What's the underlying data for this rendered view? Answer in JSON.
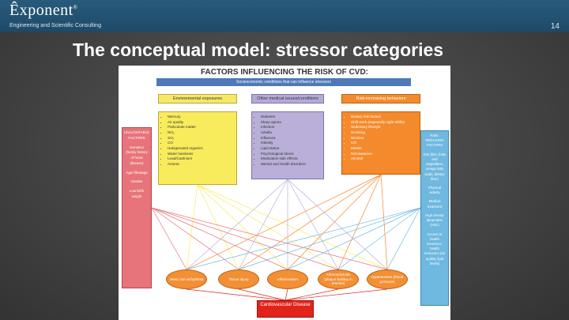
{
  "header": {
    "logo_main": "Êxponent",
    "logo_mark": "®",
    "tagline": "Engineering and Scientific Consulting",
    "page_number": "14"
  },
  "slide": {
    "title": "The conceptual model: stressor categories"
  },
  "figure": {
    "title": "FACTORS INFLUENCING THE RISK OF CVD:",
    "socio_bar": "Socioeconomic conditions that can influence stressors",
    "categories": {
      "environmental": "Environmental exposures",
      "medical": "Other medical issues/conditions",
      "risk": "Risk-increasing behaviors"
    },
    "environmental_items": [
      "Mercury",
      "Air quality",
      "Particulate matter",
      "NO₂",
      "SO₂",
      "CO",
      "Halogenated organics",
      "Water hardness",
      "Lead/Cadmium",
      "Arsenic"
    ],
    "medical_items": [
      "Diabetes",
      "Sleep apnea",
      "Infection",
      "rubella",
      "influenza",
      "Obesity",
      "Lipid status",
      "Psychological stress",
      "Medication side effects",
      "Mental and health disorders"
    ],
    "risk_items": [
      "Dietary risk factors",
      "Shift work (especially night shifts)",
      "Sedentary lifestyle",
      "Smoking",
      "Nicotine",
      "CO",
      "Metals",
      "Nitrosamines",
      "Alcohol"
    ],
    "unalterable": {
      "heading": "UNALTERABLE FACTORS",
      "items": [
        "Genetics (family history of heart disease)",
        "Age/ lifestage",
        "Gender",
        "Low birth weight"
      ]
    },
    "reducing": {
      "heading": "RISK-REDUCING FACTORS",
      "items": [
        "Diet (fish, fruits and vegetables, omega fatty acids, dietary fiber)",
        "Physical activity",
        "Medical treatment",
        "High density lipoprotein (HDL)",
        "Access to health insurance, health resources (air quality, lipid levels)"
      ]
    },
    "outcomes": [
      "Heart rate arrhythmia",
      "Tissue injury",
      "Inflammation",
      "Atherosclerosis (plaque buildup in arteries)",
      "Hypertension (blood pressure)"
    ],
    "final": "Cardiovascular Disease",
    "colors": {
      "environmental": "#f8ec5c",
      "medical": "#b9afd9",
      "risk": "#f48a2b",
      "socio": "#4f79b6",
      "final": "#e2231a"
    }
  }
}
